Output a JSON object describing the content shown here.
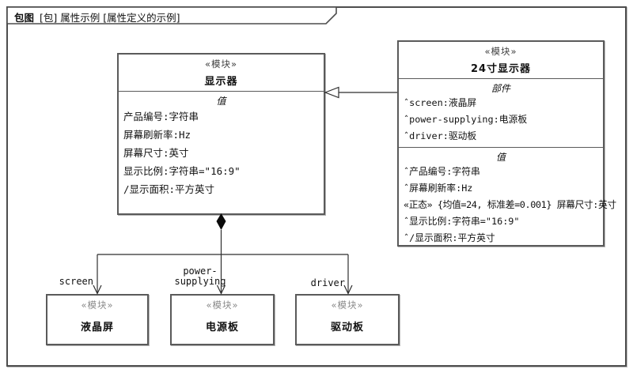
{
  "frame": {
    "title_bold": "包图",
    "title_rest": "[包] 属性示例 [属性定义的示例]"
  },
  "blocks": {
    "display": {
      "stereotype": "«模块»",
      "name": "显示器",
      "values_label": "值",
      "values": [
        "产品编号:字符串",
        "屏幕刷新率:Hz",
        "屏幕尺寸:英寸",
        "显示比例:字符串=\"16:9\"",
        "/显示面积:平方英寸"
      ]
    },
    "display24": {
      "stereotype": "«模块»",
      "name": "24寸显示器",
      "parts_label": "部件",
      "parts": [
        "ˆscreen:液晶屏",
        "ˆpower-supplying:电源板",
        "ˆdriver:驱动板"
      ],
      "values_label": "值",
      "values": [
        "ˆ产品编号:字符串",
        "ˆ屏幕刷新率:Hz",
        "«正态» {均值=24, 标准差=0.001} 屏幕尺寸:英寸",
        "ˆ显示比例:字符串=\"16:9\"",
        "ˆ/显示面积:平方英寸"
      ]
    },
    "lcd": {
      "stereotype": "«模块»",
      "name": "液晶屏"
    },
    "power": {
      "stereotype": "«模块»",
      "name": "电源板"
    },
    "driver": {
      "stereotype": "«模块»",
      "name": "驱动板"
    }
  },
  "connectors": {
    "screen_label": "screen",
    "power_label_line1": "power-",
    "power_label_line2": "supplying",
    "driver_label": "driver"
  },
  "colors": {
    "line": "#4d4d4d",
    "text": "#111111",
    "stereotype_gray": "#8a8a8a"
  }
}
